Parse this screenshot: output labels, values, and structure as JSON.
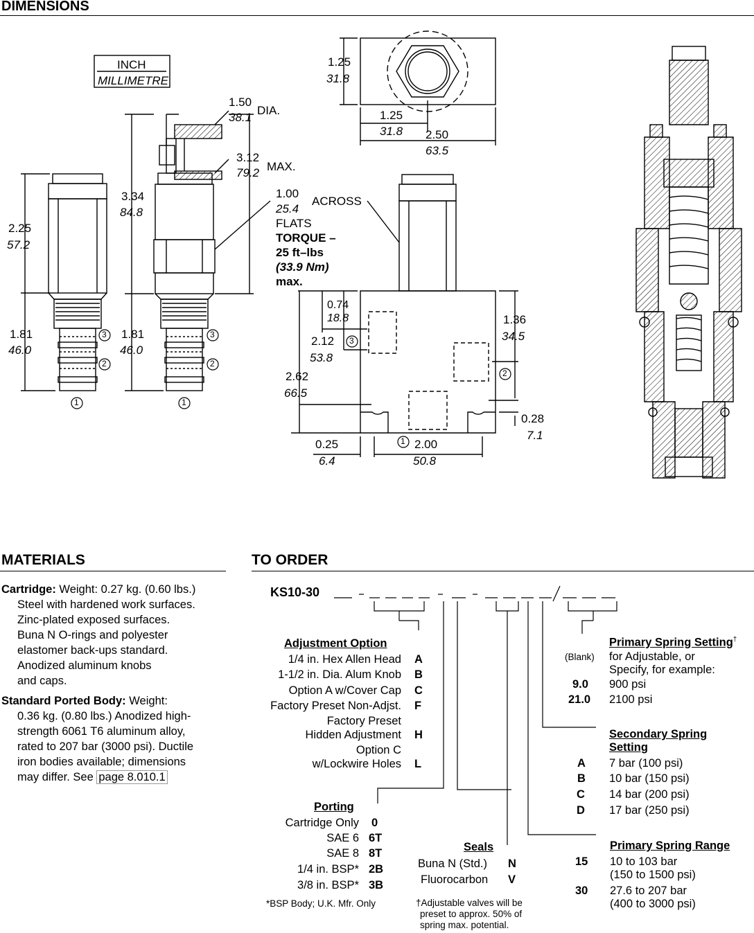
{
  "sections": {
    "dimensions": "DIMENSIONS",
    "materials": "MATERIALS",
    "to_order": "TO ORDER"
  },
  "units_box": {
    "inch": "INCH",
    "millimetre": "MILLIMETRE"
  },
  "dims": {
    "d1_50": "1.50",
    "d38_1": "38.1",
    "dia": "DIA.",
    "d3_12": "3.12",
    "d79_2": "79.2",
    "max": "MAX.",
    "d1_00": "1.00",
    "d25_4": "25.4",
    "across": "ACROSS",
    "flats": "FLATS",
    "torque1": "TORQUE –",
    "torque2": "25 ft–lbs",
    "torque3": "(33.9 Nm)",
    "torque4": "max.",
    "d2_25": "2.25",
    "d57_2": "57.2",
    "d3_34": "3.34",
    "d84_8": "84.8",
    "d1_81a": "1.81",
    "d46_0a": "46.0",
    "d1_81b": "1.81",
    "d46_0b": "46.0",
    "d1_25a": "1.25",
    "d31_8a": "31.8",
    "d1_25b": "1.25",
    "d31_8b": "31.8",
    "d2_50": "2.50",
    "d63_5": "63.5",
    "d0_74": "0.74",
    "d18_8": "18.8",
    "d2_12": "2.12",
    "d53_8": "53.8",
    "d2_62": "2.62",
    "d66_5": "66.5",
    "d1_36": "1.36",
    "d34_5": "34.5",
    "d0_28": "0.28",
    "d7_1": "7.1",
    "d0_25": "0.25",
    "d6_4": "6.4",
    "d2_00": "2.00",
    "d50_8": "50.8",
    "p1": "1",
    "p2": "2",
    "p3": "3"
  },
  "materials": {
    "cartridge_label": "Cartridge:",
    "cartridge_lines": [
      " Weight: 0.27 kg. (0.60 lbs.)",
      "Steel with hardened work surfaces.",
      "Zinc-plated exposed surfaces.",
      "Buna N O-rings and polyester",
      "elastomer back-ups standard.",
      "Anodized aluminum knobs",
      "and caps."
    ],
    "body_label": "Standard Ported Body:",
    "body_lines": [
      " Weight:",
      "0.36 kg. (0.80 lbs.) Anodized high-",
      "strength 6061 T6 aluminum alloy,",
      "rated to 207 bar (3000 psi). Ductile",
      "iron bodies available; dimensions",
      "may differ. See "
    ],
    "link": "page 8.010.1"
  },
  "order": {
    "model": "KS10-30",
    "adjustment": {
      "title": "Adjustment Option",
      "items": [
        {
          "label": "1/4 in. Hex Allen Head",
          "code": "A"
        },
        {
          "label": "1-1/2 in. Dia. Alum Knob",
          "code": "B"
        },
        {
          "label": "Option A w/Cover Cap",
          "code": "C"
        },
        {
          "label": "Factory Preset Non-Adjst.",
          "code": "F"
        },
        {
          "label": "Factory Preset",
          "code": ""
        },
        {
          "label": "Hidden Adjustment",
          "code": "H"
        },
        {
          "label": "Option C",
          "code": ""
        },
        {
          "label": "w/Lockwire Holes",
          "code": "L"
        }
      ]
    },
    "porting": {
      "title": "Porting",
      "items": [
        {
          "label": "Cartridge Only",
          "code": "0"
        },
        {
          "label": "SAE 6",
          "code": "6T"
        },
        {
          "label": "SAE 8",
          "code": "8T"
        },
        {
          "label": "1/4 in. BSP*",
          "code": "2B"
        },
        {
          "label": "3/8 in. BSP*",
          "code": "3B"
        }
      ],
      "footnote": "*BSP Body; U.K. Mfr. Only"
    },
    "seals": {
      "title": "Seals",
      "items": [
        {
          "label": "Buna N (Std.)",
          "code": "N"
        },
        {
          "label": "Fluorocarbon",
          "code": "V"
        }
      ],
      "footnote1": "†Adjustable valves will be",
      "footnote2": "preset to approx. 50% of",
      "footnote3": "spring max. potential."
    },
    "primary_setting": {
      "title": "Primary Spring Setting",
      "dagger": "†",
      "blank_code": "(Blank)",
      "blank_line1": "for Adjustable, or",
      "blank_line2": "Specify, for example:",
      "items": [
        {
          "code": "9.0",
          "label": "900 psi"
        },
        {
          "code": "21.0",
          "label": "2100 psi"
        }
      ]
    },
    "secondary_setting": {
      "title1": "Secondary Spring",
      "title2": "Setting",
      "items": [
        {
          "code": "A",
          "label": "7 bar (100 psi)"
        },
        {
          "code": "B",
          "label": "10 bar (150 psi)"
        },
        {
          "code": "C",
          "label": "14 bar (200 psi)"
        },
        {
          "code": "D",
          "label": "17 bar (250 psi)"
        }
      ]
    },
    "primary_range": {
      "title": "Primary Spring Range",
      "items": [
        {
          "code": "15",
          "line1": "10 to 103 bar",
          "line2": "(150 to 1500 psi)"
        },
        {
          "code": "30",
          "line1": "27.6 to 207 bar",
          "line2": "(400 to 3000 psi)"
        }
      ]
    }
  }
}
